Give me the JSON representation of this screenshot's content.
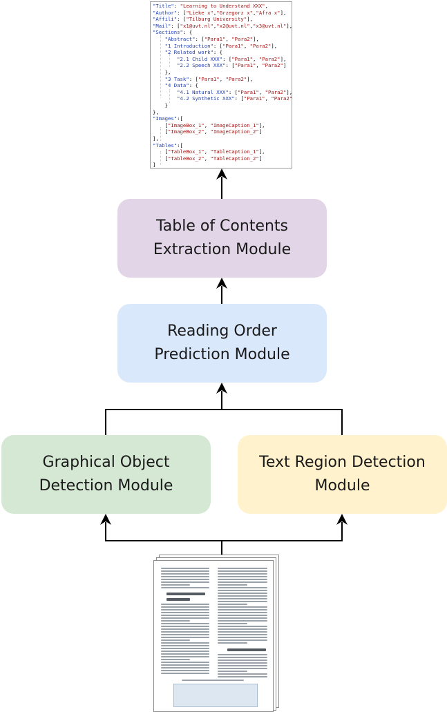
{
  "json_doc": {
    "lines": [
      [
        {
          "t": "\"Title\"",
          "c": "k"
        },
        {
          "t": ": ",
          "c": "p"
        },
        {
          "t": "\"Learning to Understand XXX\"",
          "c": "s"
        },
        {
          "t": ",",
          "c": "p"
        }
      ],
      [
        {
          "t": "\"Author\"",
          "c": "k"
        },
        {
          "t": ": [",
          "c": "p"
        },
        {
          "t": "\"Lieke x\"",
          "c": "s"
        },
        {
          "t": ",",
          "c": "p"
        },
        {
          "t": "\"Grzegorz x\"",
          "c": "s"
        },
        {
          "t": ",",
          "c": "p"
        },
        {
          "t": "\"Afra x\"",
          "c": "s"
        },
        {
          "t": "],",
          "c": "p"
        }
      ],
      [
        {
          "t": "\"Affili\"",
          "c": "k"
        },
        {
          "t": ": [",
          "c": "p"
        },
        {
          "t": "\"Tilburg University\"",
          "c": "s"
        },
        {
          "t": "],",
          "c": "p"
        }
      ],
      [
        {
          "t": "\"Mail\"",
          "c": "k"
        },
        {
          "t": ": [",
          "c": "p"
        },
        {
          "t": "\"x1@uvt.nl\"",
          "c": "s"
        },
        {
          "t": ",",
          "c": "p"
        },
        {
          "t": "\"x2@uvt.nl\"",
          "c": "s"
        },
        {
          "t": ",",
          "c": "p"
        },
        {
          "t": "\"x3@uvt.nl\"",
          "c": "s"
        },
        {
          "t": "],",
          "c": "p"
        }
      ],
      [
        {
          "t": "\"Sections\"",
          "c": "k"
        },
        {
          "t": ": {",
          "c": "p"
        }
      ],
      [
        {
          "t": "    ",
          "c": "p"
        },
        {
          "t": "\"Abstract\"",
          "c": "k"
        },
        {
          "t": ": [",
          "c": "p"
        },
        {
          "t": "\"Para1\"",
          "c": "s"
        },
        {
          "t": ", ",
          "c": "p"
        },
        {
          "t": "\"Para2\"",
          "c": "s"
        },
        {
          "t": "],",
          "c": "p"
        }
      ],
      [
        {
          "t": "    ",
          "c": "p"
        },
        {
          "t": "\"1 Introduction\"",
          "c": "k"
        },
        {
          "t": ": [",
          "c": "p"
        },
        {
          "t": "\"Para1\"",
          "c": "s"
        },
        {
          "t": ", ",
          "c": "p"
        },
        {
          "t": "\"Para2\"",
          "c": "s"
        },
        {
          "t": "],",
          "c": "p"
        }
      ],
      [
        {
          "t": "    ",
          "c": "p"
        },
        {
          "t": "\"2 Related work\"",
          "c": "k"
        },
        {
          "t": ": {",
          "c": "p"
        }
      ],
      [
        {
          "t": "        ",
          "c": "p"
        },
        {
          "t": "\"2.1 Child XXX\"",
          "c": "k"
        },
        {
          "t": ": [",
          "c": "p"
        },
        {
          "t": "\"Para1\"",
          "c": "s"
        },
        {
          "t": ", ",
          "c": "p"
        },
        {
          "t": "\"Para2\"",
          "c": "s"
        },
        {
          "t": "],",
          "c": "p"
        }
      ],
      [
        {
          "t": "        ",
          "c": "p"
        },
        {
          "t": "\"2.2 Speech XXX\"",
          "c": "k"
        },
        {
          "t": ": [",
          "c": "p"
        },
        {
          "t": "\"Para1\"",
          "c": "s"
        },
        {
          "t": ", ",
          "c": "p"
        },
        {
          "t": "\"Para2\"",
          "c": "s"
        },
        {
          "t": "]",
          "c": "p"
        }
      ],
      [
        {
          "t": "    },",
          "c": "p"
        }
      ],
      [
        {
          "t": "    ",
          "c": "p"
        },
        {
          "t": "\"3 Task\"",
          "c": "k"
        },
        {
          "t": ": [",
          "c": "p"
        },
        {
          "t": "\"Para1\"",
          "c": "s"
        },
        {
          "t": ", ",
          "c": "p"
        },
        {
          "t": "\"Para2\"",
          "c": "s"
        },
        {
          "t": "],",
          "c": "p"
        }
      ],
      [
        {
          "t": "    ",
          "c": "p"
        },
        {
          "t": "\"4 Data\"",
          "c": "k"
        },
        {
          "t": ": {",
          "c": "p"
        }
      ],
      [
        {
          "t": "        ",
          "c": "p"
        },
        {
          "t": "\"4.1 Natural XXX\"",
          "c": "k"
        },
        {
          "t": ": [",
          "c": "p"
        },
        {
          "t": "\"Para1\"",
          "c": "s"
        },
        {
          "t": ", ",
          "c": "p"
        },
        {
          "t": "\"Para2\"",
          "c": "s"
        },
        {
          "t": "],",
          "c": "p"
        }
      ],
      [
        {
          "t": "        ",
          "c": "p"
        },
        {
          "t": "\"4.2 Synthetic XXX\"",
          "c": "k"
        },
        {
          "t": ": [",
          "c": "p"
        },
        {
          "t": "\"Para1\"",
          "c": "s"
        },
        {
          "t": ", ",
          "c": "p"
        },
        {
          "t": "\"Para2\"",
          "c": "s"
        },
        {
          "t": "]",
          "c": "p"
        }
      ],
      [
        {
          "t": "    }",
          "c": "p"
        }
      ],
      [
        {
          "t": "},",
          "c": "p"
        }
      ],
      [
        {
          "t": "\"Images\"",
          "c": "k"
        },
        {
          "t": ":[",
          "c": "p"
        }
      ],
      [
        {
          "t": "    [",
          "c": "p"
        },
        {
          "t": "\"ImageBox_1\"",
          "c": "s"
        },
        {
          "t": ", ",
          "c": "p"
        },
        {
          "t": "\"ImageCaption_1\"",
          "c": "s"
        },
        {
          "t": "],",
          "c": "p"
        }
      ],
      [
        {
          "t": "    [",
          "c": "p"
        },
        {
          "t": "\"ImageBox_2\"",
          "c": "s"
        },
        {
          "t": ", ",
          "c": "p"
        },
        {
          "t": "\"ImageCaption_2\"",
          "c": "s"
        },
        {
          "t": "]",
          "c": "p"
        }
      ],
      [
        {
          "t": "],",
          "c": "p"
        }
      ],
      [
        {
          "t": "\"Tables\"",
          "c": "k"
        },
        {
          "t": ":[",
          "c": "p"
        }
      ],
      [
        {
          "t": "    [",
          "c": "p"
        },
        {
          "t": "\"TableBox_1\"",
          "c": "s"
        },
        {
          "t": ", ",
          "c": "p"
        },
        {
          "t": "\"TableCaption_1\"",
          "c": "s"
        },
        {
          "t": "],",
          "c": "p"
        }
      ],
      [
        {
          "t": "    [",
          "c": "p"
        },
        {
          "t": "\"TableBox_2\"",
          "c": "s"
        },
        {
          "t": ", ",
          "c": "p"
        },
        {
          "t": "\"TableCaption_2\"",
          "c": "s"
        },
        {
          "t": "]",
          "c": "p"
        }
      ],
      [
        {
          "t": "]",
          "c": "p"
        }
      ]
    ]
  },
  "modules": {
    "toc": {
      "label": "Table of Contents\nExtraction Module",
      "fill": "#e1d5e7"
    },
    "reading_order": {
      "label": "Reading Order\nPrediction Module",
      "fill": "#dae8fc"
    },
    "graphical": {
      "label": "Graphical Object\nDetection Module",
      "fill": "#d5e8d4"
    },
    "text_region": {
      "label": "Text Region Detection\nModule",
      "fill": "#fff2cc"
    }
  },
  "colors": {
    "key": "#1d3fb0",
    "string": "#a31515",
    "arrow": "#000000"
  }
}
